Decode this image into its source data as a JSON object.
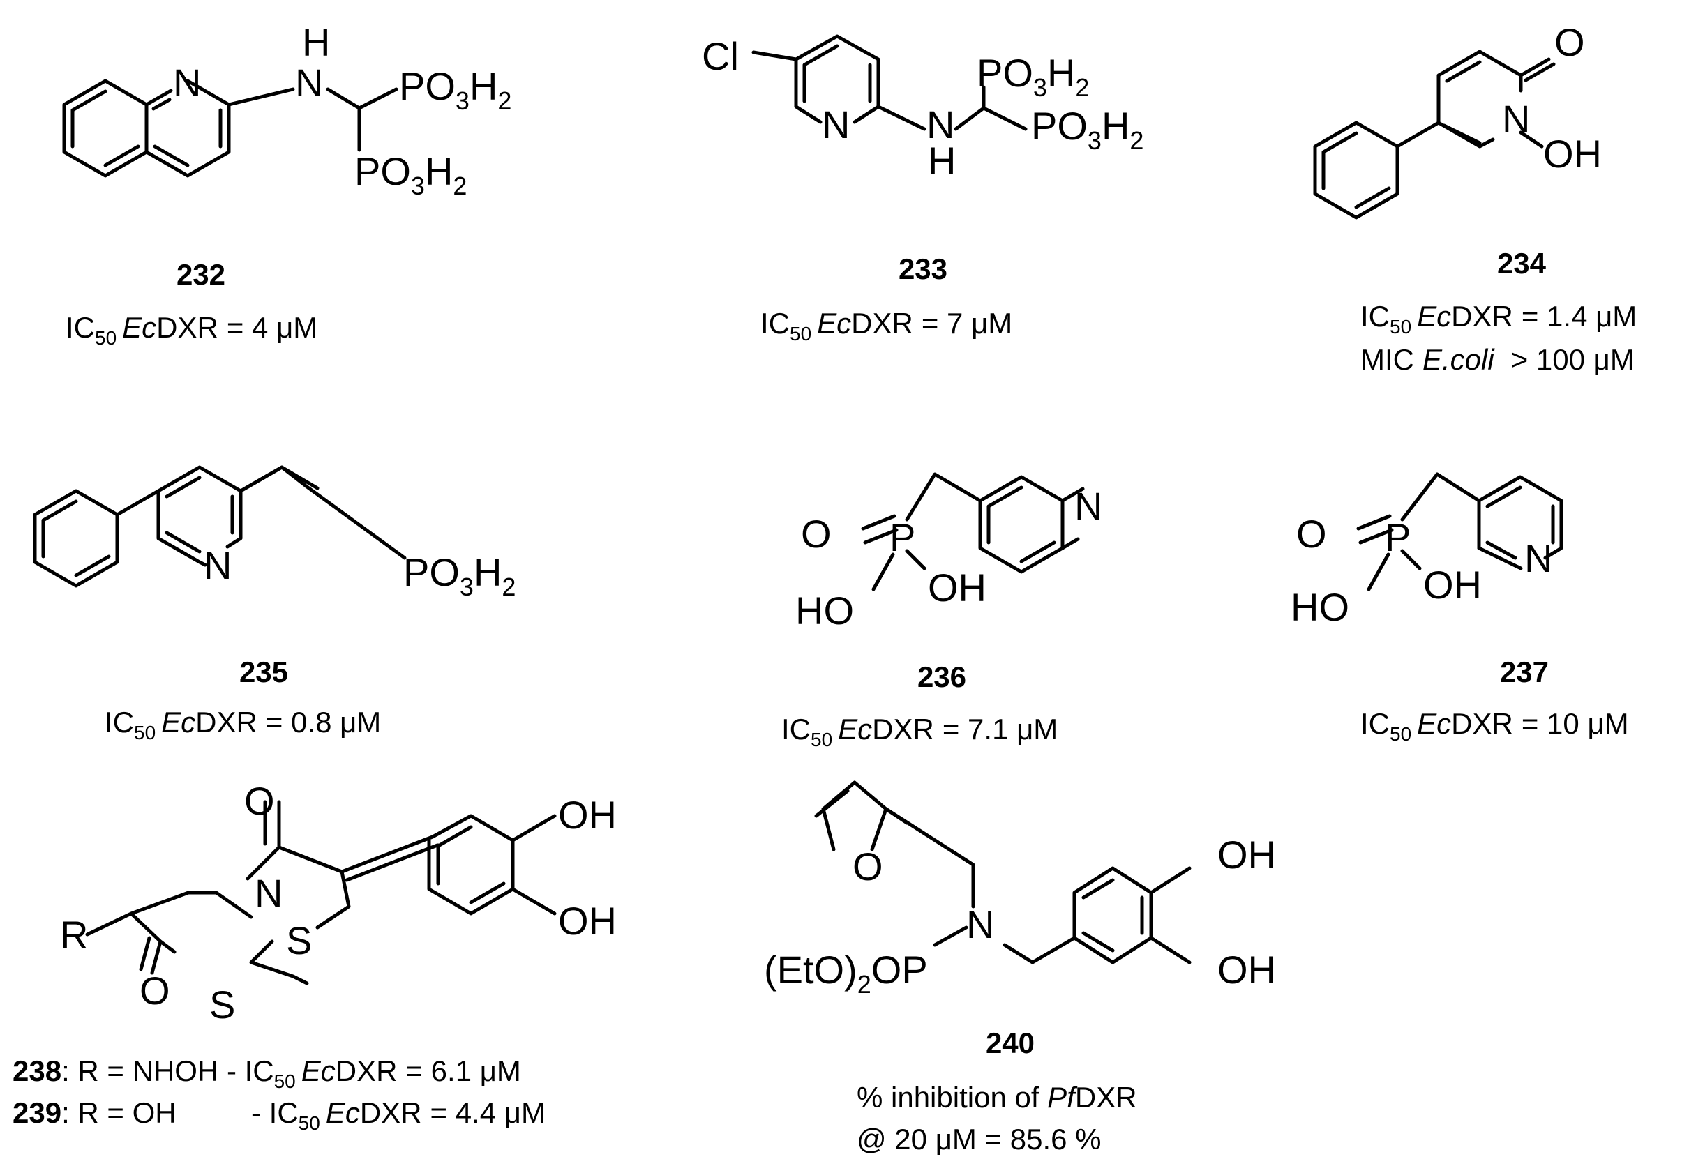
{
  "compounds": [
    {
      "id": "232",
      "activity": {
        "measure": "IC",
        "measure_sub": "50",
        "target_italic": "Ec",
        "target": "DXR",
        "value": "= 4 μM"
      }
    },
    {
      "id": "233",
      "activity": {
        "measure": "IC",
        "measure_sub": "50",
        "target_italic": "Ec",
        "target": "DXR",
        "value": "= 7 μM"
      }
    },
    {
      "id": "234",
      "activity": {
        "measure": "IC",
        "measure_sub": "50",
        "target_italic": "Ec",
        "target": "DXR",
        "value": "= 1.4 μM"
      },
      "mic": {
        "label": "MIC",
        "organism": "E.coli",
        "value": "> 100 μM"
      }
    },
    {
      "id": "235",
      "activity": {
        "measure": "IC",
        "measure_sub": "50",
        "target_italic": "Ec",
        "target": "DXR",
        "value": "= 0.8 μM"
      }
    },
    {
      "id": "236",
      "activity": {
        "measure": "IC",
        "measure_sub": "50",
        "target_italic": "Ec",
        "target": "DXR",
        "value": "= 7.1 μM"
      }
    },
    {
      "id": "237",
      "activity": {
        "measure": "IC",
        "measure_sub": "50",
        "target_italic": "Ec",
        "target": "DXR",
        "value": "= 10 μM"
      }
    }
  ],
  "series_238_239": [
    {
      "id": "238",
      "r_text": ": R = NHOH - ",
      "measure": "IC",
      "measure_sub": "50",
      "target_italic": "Ec",
      "target": "DXR",
      "value": "= 6.1 μM"
    },
    {
      "id": "239",
      "r_text": ": R = OH",
      "dash": "- ",
      "measure": "IC",
      "measure_sub": "50",
      "target_italic": "Ec",
      "target": "DXR",
      "value": "= 4.4 μM"
    }
  ],
  "compound_240": {
    "id": "240",
    "line1_prefix": "% inhibition of ",
    "target_italic": "Pf",
    "target": "DXR",
    "line2": "@ 20 μM = 85.6 %"
  },
  "atoms": {
    "N": "N",
    "H": "H",
    "O": "O",
    "S": "S",
    "P": "P",
    "R": "R",
    "Cl": "Cl",
    "OH": "OH",
    "HO": "HO",
    "PO": "PO",
    "sub3": "3",
    "H2": "H",
    "sub2": "2",
    "EtO": "(EtO)",
    "OP": "OP"
  }
}
